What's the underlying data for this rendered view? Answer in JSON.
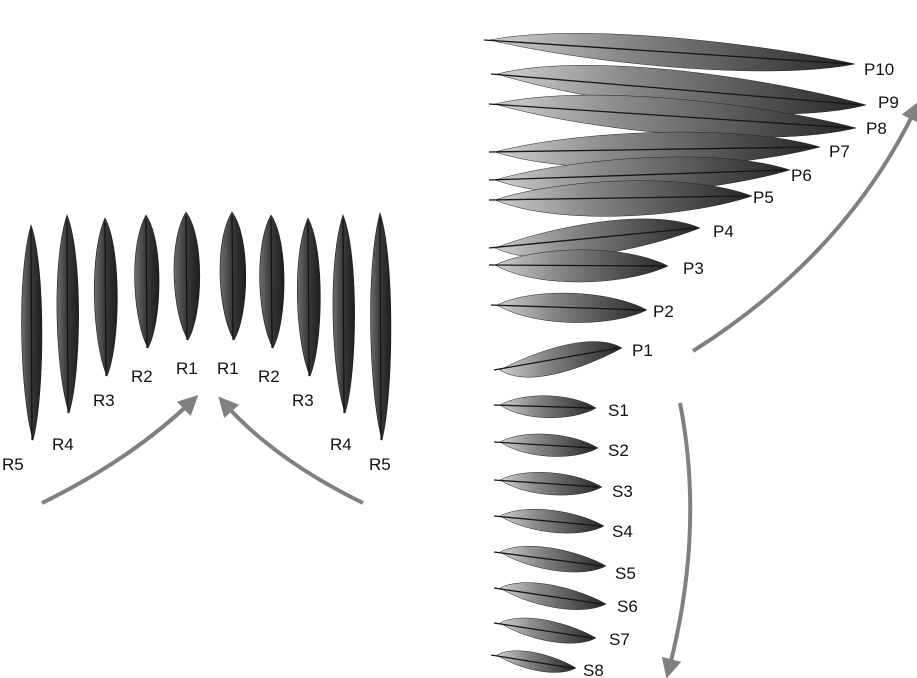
{
  "diagram": {
    "tail": {
      "feathers": [
        "R5",
        "R4",
        "R3",
        "R2",
        "R1",
        "R1",
        "R2",
        "R3",
        "R4",
        "R5"
      ]
    },
    "wing": {
      "primaries": [
        "P10",
        "P9",
        "P8",
        "P7",
        "P6",
        "P5",
        "P4",
        "P3",
        "P2",
        "P1"
      ],
      "secondaries": [
        "S1",
        "S2",
        "S3",
        "S4",
        "S5",
        "S6",
        "S7",
        "S8"
      ]
    },
    "colors": {
      "arrow": "#808080",
      "feather_dark": "#2b2b2b",
      "feather_light": "#8a8a8a"
    }
  }
}
